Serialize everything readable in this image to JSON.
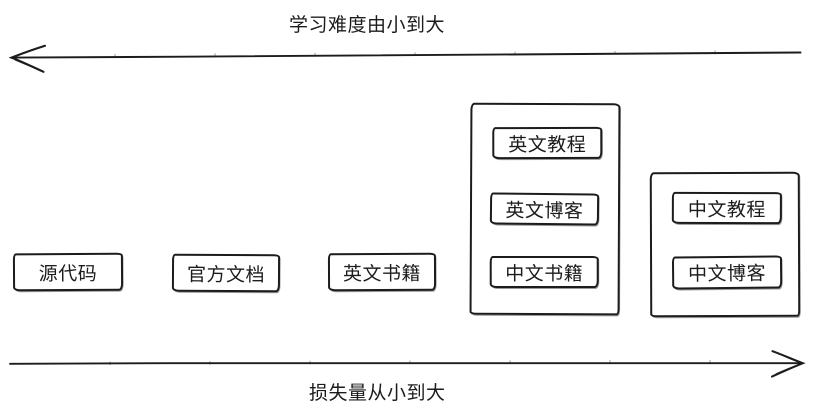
{
  "colors": {
    "stroke": "#1c1c1c",
    "background": "#ffffff"
  },
  "arrows": {
    "top": {
      "label": "学习难度由小到大",
      "direction": "left"
    },
    "bottom": {
      "label": "损失量从小到大",
      "direction": "right"
    }
  },
  "boxes": [
    {
      "label": "源代码"
    },
    {
      "label": "官方文档"
    },
    {
      "label": "英文书籍"
    }
  ],
  "groups": [
    {
      "items": [
        {
          "label": "英文教程"
        },
        {
          "label": "英文博客"
        },
        {
          "label": "中文书籍"
        }
      ]
    },
    {
      "items": [
        {
          "label": "中文教程"
        },
        {
          "label": "中文博客"
        }
      ]
    }
  ]
}
